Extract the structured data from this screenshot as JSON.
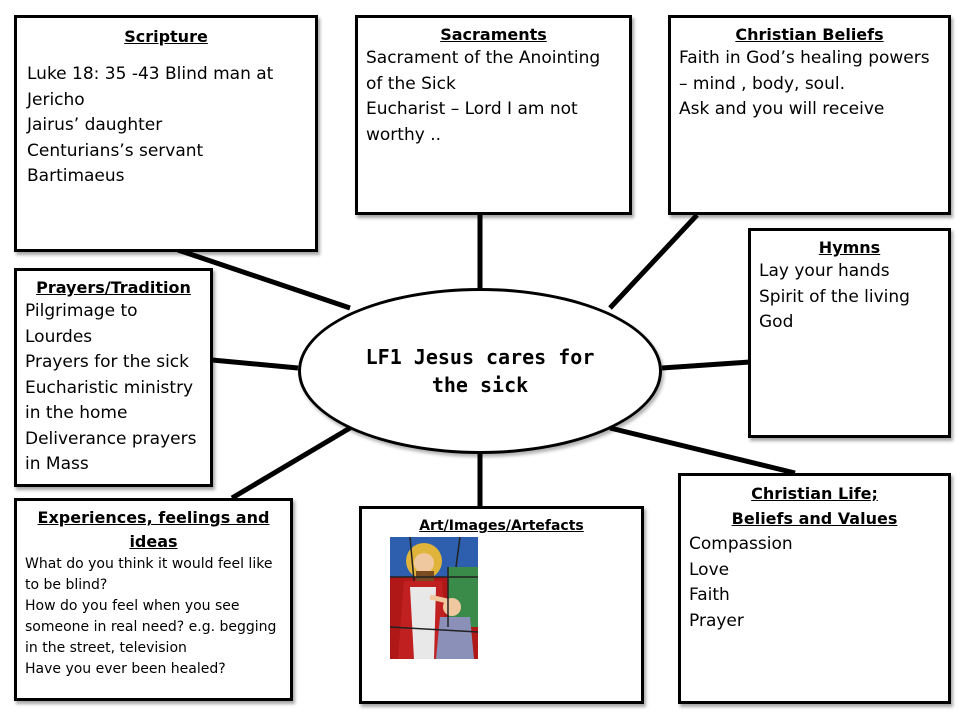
{
  "center": {
    "text": "LF1 Jesus cares for the sick"
  },
  "scripture": {
    "title": "Scripture",
    "lines": [
      "Luke 18: 35 -43 Blind man at Jericho",
      "Jairus’ daughter",
      "Centurians’s servant",
      "Bartimaeus"
    ]
  },
  "sacraments": {
    "title": "Sacraments",
    "lines": [
      "Sacrament of the Anointing of the  Sick",
      "Eucharist – Lord I am not worthy .."
    ]
  },
  "beliefs": {
    "title": "Christian  Beliefs",
    "lines": [
      "Faith in God’s healing powers – mind , body, soul.",
      "Ask and you will receive"
    ]
  },
  "hymns": {
    "title": "Hymns",
    "lines": [
      "Lay your hands",
      "Spirit of the living God"
    ]
  },
  "prayers": {
    "title": "Prayers/Tradition",
    "lines": [
      "Pilgrimage to Lourdes",
      "Prayers for the sick",
      "Eucharistic ministry in the home",
      "Deliverance prayers in Mass"
    ]
  },
  "experiences": {
    "title": "Experiences, feelings and ideas",
    "lines": [
      "What do you think it would feel like to be blind?",
      "How do you feel when you see someone in real need? e.g. begging in the street, television",
      "Have you ever been healed?"
    ]
  },
  "art": {
    "title": "Art/Images/Artefacts",
    "image": "stained-glass-jesus-healing"
  },
  "life": {
    "title1": "Christian  Life;",
    "title2": "Beliefs and Values",
    "lines": [
      "Compassion",
      "Love",
      "Faith",
      "Prayer"
    ]
  }
}
